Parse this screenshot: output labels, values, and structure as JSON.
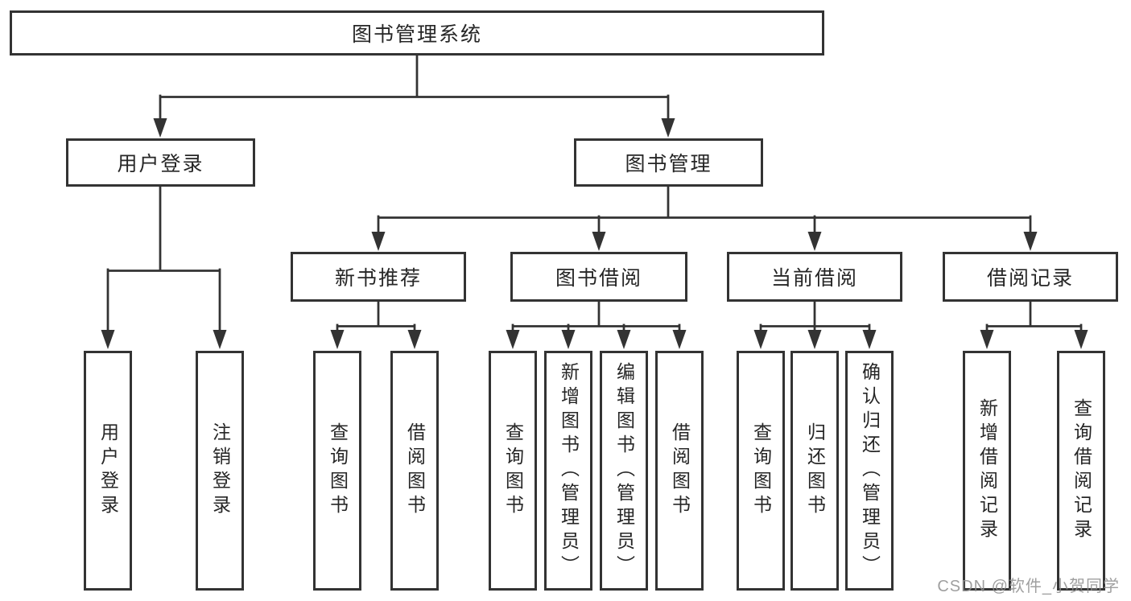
{
  "colors": {
    "line": "#333333",
    "text": "#262626",
    "nodebg": "#ffffff",
    "watermark": "#8f8f8f",
    "page": "#ffffff"
  },
  "tree": {
    "root": {
      "label": "图书管理系统"
    },
    "branches": [
      {
        "label": "用户登录",
        "children": [
          {
            "label": "用户登录"
          },
          {
            "label": "注销登录"
          }
        ]
      },
      {
        "label": "图书管理",
        "children": [
          {
            "label": "新书推荐",
            "children": [
              {
                "label": "查询图书"
              },
              {
                "label": "借阅图书"
              }
            ]
          },
          {
            "label": "图书借阅",
            "children": [
              {
                "label": "查询图书"
              },
              {
                "label": "新增图书（管理员）"
              },
              {
                "label": "编辑图书（管理员）"
              },
              {
                "label": "借阅图书"
              }
            ]
          },
          {
            "label": "当前借阅",
            "children": [
              {
                "label": "查询图书"
              },
              {
                "label": "归还图书"
              },
              {
                "label": "确认归还（管理员）"
              }
            ]
          },
          {
            "label": "借阅记录",
            "children": [
              {
                "label": "新增借阅记录"
              },
              {
                "label": "查询借阅记录"
              }
            ]
          }
        ]
      }
    ]
  },
  "watermark": {
    "text": "CSDN @软件_小贺同学"
  }
}
